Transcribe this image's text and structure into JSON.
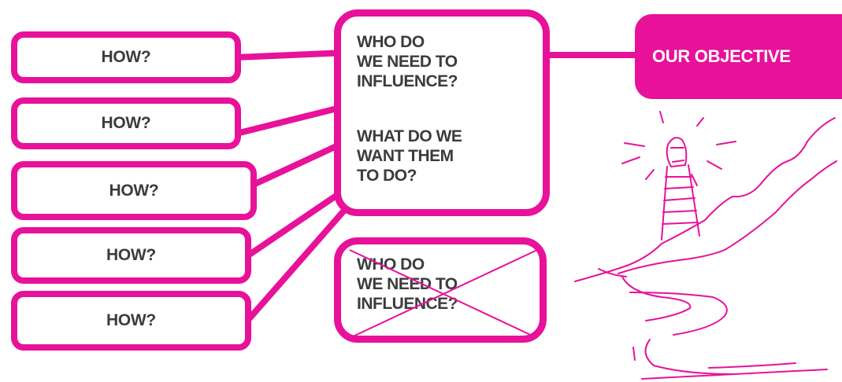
{
  "diagram": {
    "how_boxes": [
      "HOW?",
      "HOW?",
      "HOW?",
      "HOW?",
      "HOW?"
    ],
    "question_box": {
      "who_lines": [
        "WHO DO",
        "WE NEED TO",
        "INFLUENCE?"
      ],
      "what_lines": [
        "WHAT DO WE",
        "WANT THEM",
        "TO DO?"
      ]
    },
    "crossed_box": {
      "lines": [
        "WHO DO",
        "WE NEED TO",
        "INFLUENCE?"
      ]
    },
    "objective": "OUR OBJECTIVE",
    "accent_color": "#e7119a",
    "text_color": "#3c3c3c",
    "illustration": "lighthouse-on-cliff-sketch"
  }
}
